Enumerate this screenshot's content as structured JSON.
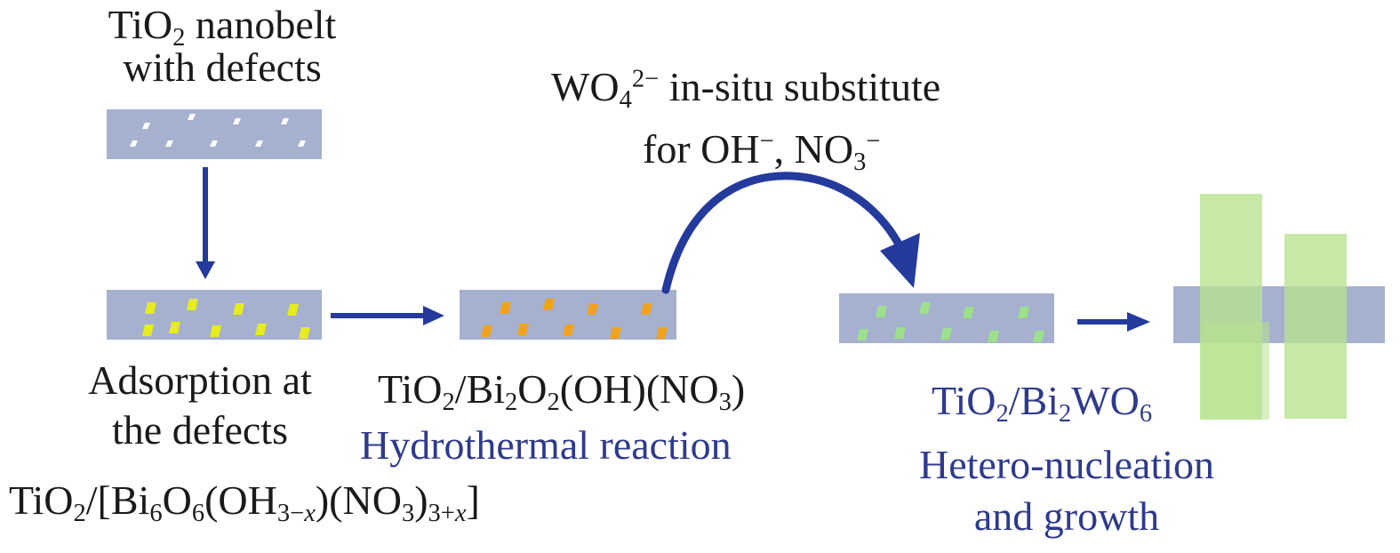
{
  "labels": {
    "nanobelt_title": {
      "l1_a": "TiO",
      "l1_sub": "2",
      "l1_b": " nanobelt",
      "l2": "with defects"
    },
    "adsorption": {
      "l1": "Adsorption at",
      "l2": "the defects",
      "f_a": "TiO",
      "f_s1": "2",
      "f_b": "/[Bi",
      "f_s2": "6",
      "f_c": "O",
      "f_s3": "6",
      "f_d": "(OH",
      "f_s4a": "3−",
      "f_s4x": "x",
      "f_e": ")(NO",
      "f_s5": "3",
      "f_f": ")",
      "f_s6a": "3+",
      "f_s6x": "x",
      "f_g": "]"
    },
    "hydro": {
      "f_a": "TiO",
      "f_s1": "2",
      "f_b": "/Bi",
      "f_s2": "2",
      "f_c": "O",
      "f_s3": "2",
      "f_d": "(OH)(NO",
      "f_s4": "3",
      "f_e": ")",
      "l2": "Hydrothermal reaction"
    },
    "substitute": {
      "a": "WO",
      "sub": "4",
      "sup": "2−",
      "b": " in-situ substitute",
      "l2_a": "for OH",
      "l2_sup1": "−",
      "l2_b": ", NO",
      "l2_sub": "3",
      "l2_sup2": "−"
    },
    "product": {
      "f_a": "TiO",
      "f_s1": "2",
      "f_b": "/Bi",
      "f_s2": "2",
      "f_c": "WO",
      "f_s3": "6",
      "l2": "Hetero-nucleation",
      "l3": "and growth"
    }
  },
  "colors": {
    "belt": "#a5b1cf",
    "defect": "#ffffff",
    "adsorbed": "#e7ec1c",
    "intermediate": "#f0a21c",
    "nuclei": "#9ce08b",
    "plate": "#b8e28f",
    "arrow": "#243a9c",
    "label_blue": "#2e3a8c"
  }
}
